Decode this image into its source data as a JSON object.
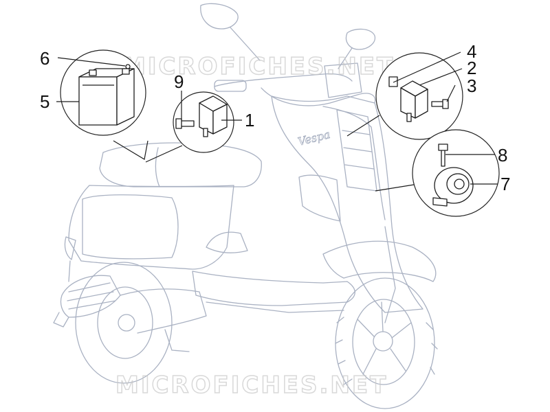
{
  "watermark": "MICROFICHES.NET",
  "brand_script": "Vespa",
  "callouts": {
    "c1": "1",
    "c2": "2",
    "c3": "3",
    "c4": "4",
    "c5": "5",
    "c6": "6",
    "c7": "7",
    "c8": "8",
    "c9": "9"
  },
  "colors": {
    "scooter_outline": "#a9b1c2",
    "part_outline": "#1c1c1c",
    "watermark": "#c8c8c8"
  }
}
